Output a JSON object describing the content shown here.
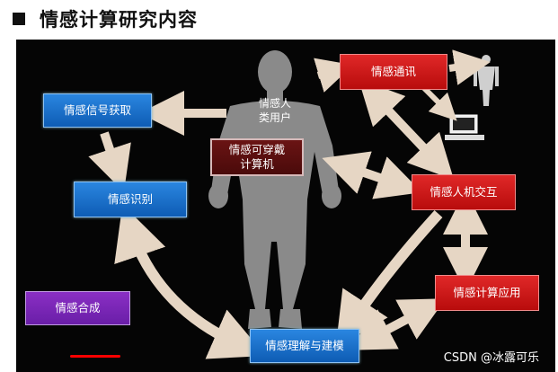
{
  "title": "情感计算研究内容",
  "nodes": {
    "signal_acquisition": "情感信号获取",
    "recognition": "情感识别",
    "synthesis": "情感合成",
    "understanding_modeling": "情感理解与建模",
    "communication": "情感通讯",
    "hci": "情感人机交互",
    "application": "情感计算应用",
    "wearable_line1": "情感可穿戴",
    "wearable_line2": "计算机",
    "human_line1": "情感人",
    "human_line2": "类用户"
  },
  "watermark": "CSDN @冰露可乐",
  "colors": {
    "blue": "#1a6fd0",
    "red": "#d01818",
    "purple": "#7a28b8",
    "maroon": "#5a1010",
    "arrow": "#e6d6c4",
    "background": "#050505"
  }
}
